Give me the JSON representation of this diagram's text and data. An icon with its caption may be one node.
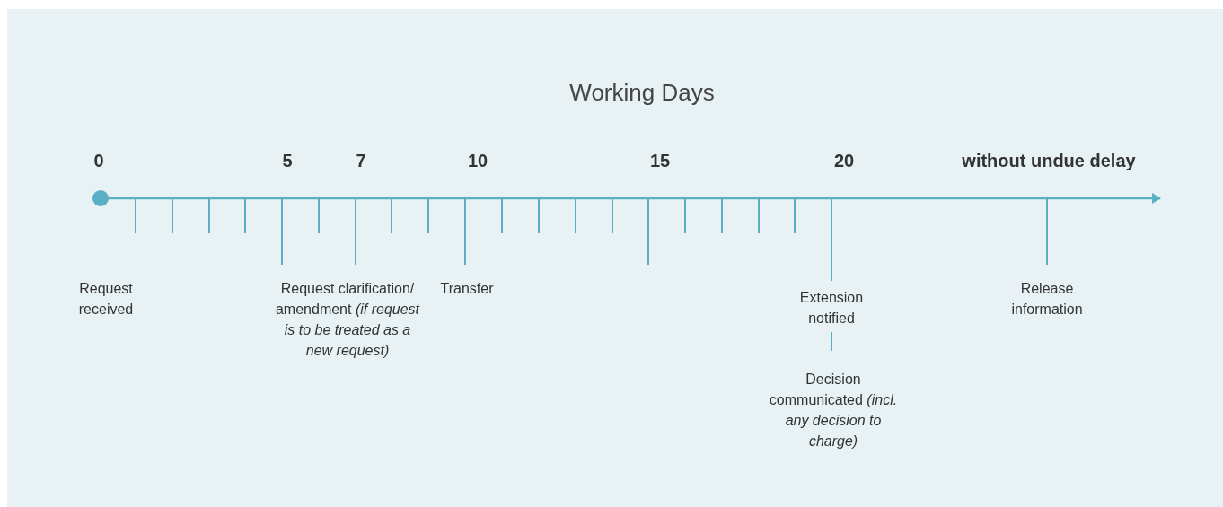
{
  "diagram": {
    "title": "Working Days",
    "labels": [
      "0",
      "5",
      "7",
      "10",
      "15",
      "20",
      "without undue delay",
      "Request received",
      "Request clarification/ amendment *(if request is to be treated as a new request)*",
      "Transfer",
      "Extension notified",
      "Decision communicated *(incl. any decision to charge)*",
      "Release information"
    ]
  }
}
